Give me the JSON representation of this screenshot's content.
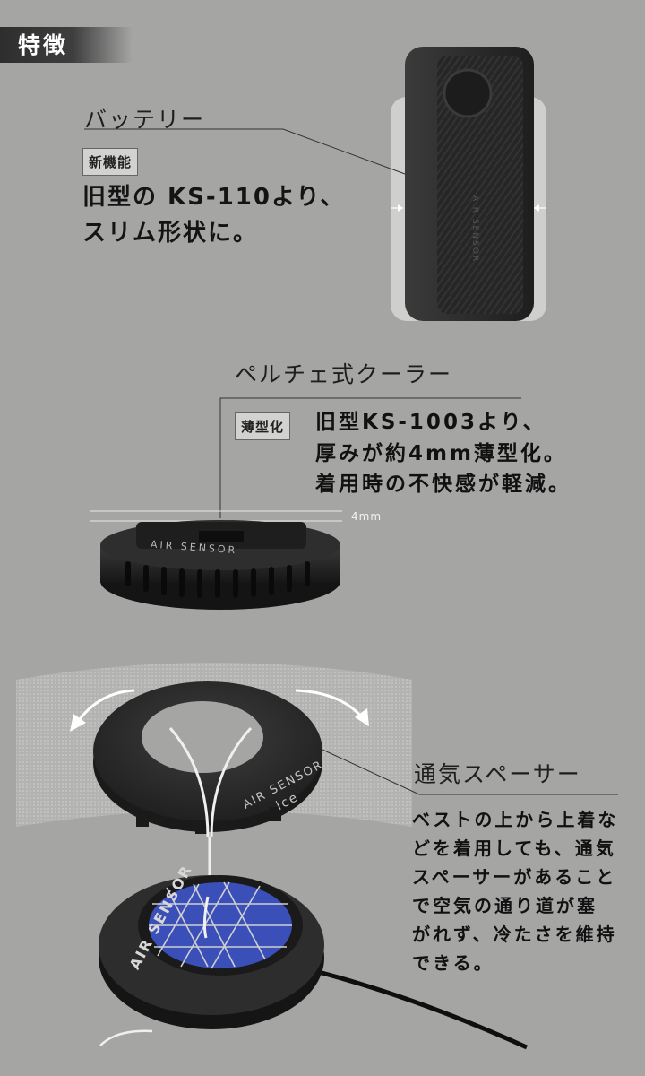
{
  "header": {
    "label": "特徴"
  },
  "battery": {
    "title": "バッテリー",
    "tag": "新機能",
    "desc_line1": "旧型の KS-110より、",
    "desc_line2": "スリム形状に。"
  },
  "cooler": {
    "title": "ペルチェ式クーラー",
    "tag": "薄型化",
    "desc_line1": "旧型KS-1003より、",
    "desc_line2": "厚みが約4mm薄型化。",
    "desc_line3": "着用時の不快感が軽減。",
    "dimension_label": "4mm",
    "device_brand": "AIR SENSOR"
  },
  "spacer": {
    "title": "通気スペーサー",
    "desc_lines": [
      "ベストの上から上着な",
      "どを着用しても、通気",
      "スペーサーがあること",
      "で空気の通り道が塞",
      "がれず、冷たさを維持",
      "できる。"
    ],
    "brand_line1": "AIR SENSOR",
    "brand_line2": "ice",
    "device_brand": "AIR SENSOR"
  },
  "colors": {
    "background": "#a5a6a4",
    "device_dark": "#2b2b2b",
    "accent_blue": "#3a4fb8"
  }
}
